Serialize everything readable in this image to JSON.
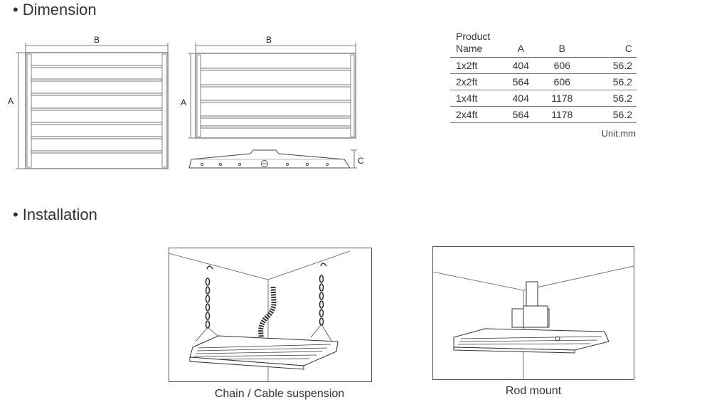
{
  "dimension": {
    "bullet": "•",
    "title": "Dimension",
    "labels": {
      "b": "B",
      "a": "A",
      "c": "C"
    }
  },
  "table": {
    "headers": {
      "name": "Product\nName",
      "a": "A",
      "b": "B",
      "c": "C"
    },
    "rows": [
      {
        "name": "1x2ft",
        "a": "404",
        "b": "606",
        "c": "56.2"
      },
      {
        "name": "2x2ft",
        "a": "564",
        "b": "606",
        "c": "56.2"
      },
      {
        "name": "1x4ft",
        "a": "404",
        "b": "1178",
        "c": "56.2"
      },
      {
        "name": "2x4ft",
        "a": "564",
        "b": "1178",
        "c": "56.2"
      }
    ],
    "unit": "Unit:mm"
  },
  "installation": {
    "bullet": "•",
    "title": "Installation",
    "methods": [
      {
        "caption": "Chain / Cable suspension"
      },
      {
        "caption": "Rod mount"
      }
    ]
  }
}
